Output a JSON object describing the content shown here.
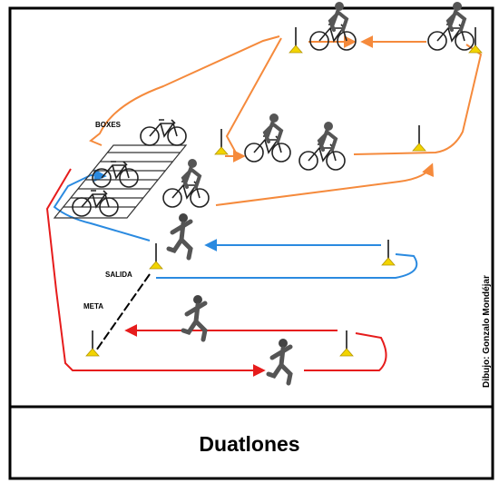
{
  "labels": {
    "boxes": "BOXES",
    "salida": "SALIDA",
    "meta": "META",
    "credit": "Dibujo: Gonzalo Mondéjar"
  },
  "caption": {
    "title": "Duatlones"
  },
  "colors": {
    "bike_route": "#f58a3c",
    "run_route_1": "#2a8ae0",
    "run_route_2": "#e61c1c",
    "cone": "#e8c800",
    "frame": "#000000"
  },
  "icons": {
    "cyclist": "cyclist-icon",
    "runner": "runner-icon",
    "cone": "cone-icon",
    "parked_bike": "bicycle-icon"
  }
}
